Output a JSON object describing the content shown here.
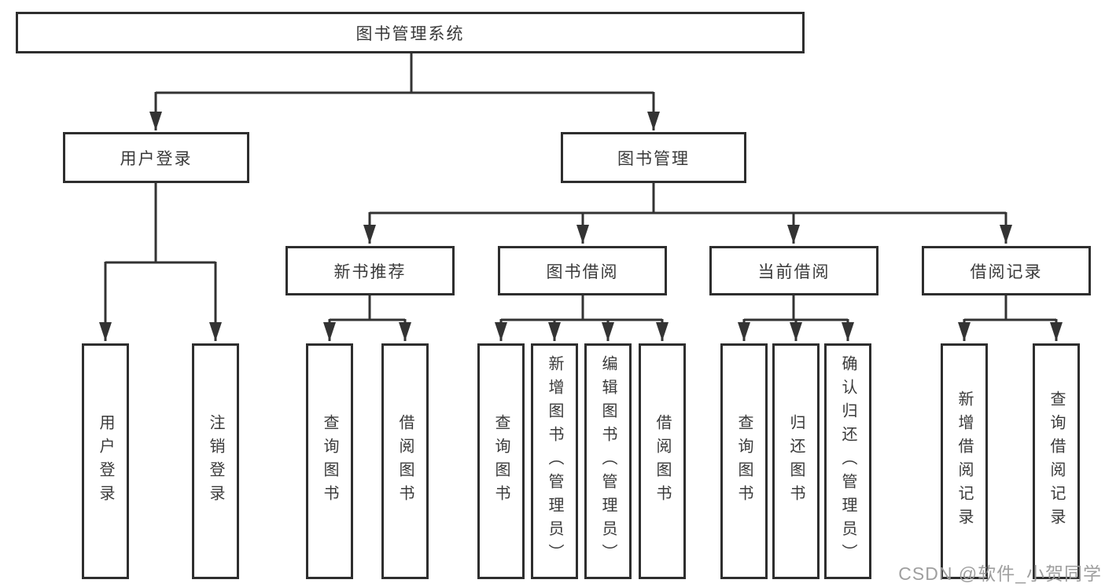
{
  "diagram": {
    "root": {
      "label": "图书管理系统"
    },
    "modules": [
      {
        "label": "用户登录",
        "leaves": [
          "用户登录",
          "注销登录"
        ]
      },
      {
        "label": "图书管理",
        "submodules": [
          {
            "label": "新书推荐",
            "leaves": [
              "查询图书",
              "借阅图书"
            ]
          },
          {
            "label": "图书借阅",
            "leaves": [
              "查询图书",
              "新增图书（管理员）",
              "编辑图书（管理员）",
              "借阅图书"
            ]
          },
          {
            "label": "当前借阅",
            "leaves": [
              "查询图书",
              "归还图书",
              "确认归还（管理员）"
            ]
          },
          {
            "label": "借阅记录",
            "leaves": [
              "新增借阅记录",
              "查询借阅记录"
            ]
          }
        ]
      }
    ],
    "watermark": "CSDN @软件_小贺同学",
    "colors": {
      "line": "#333333",
      "border": "#2e2e2e",
      "text": "#3a3a3a",
      "watermark": "#9a9a9a",
      "background": "#ffffff"
    }
  }
}
